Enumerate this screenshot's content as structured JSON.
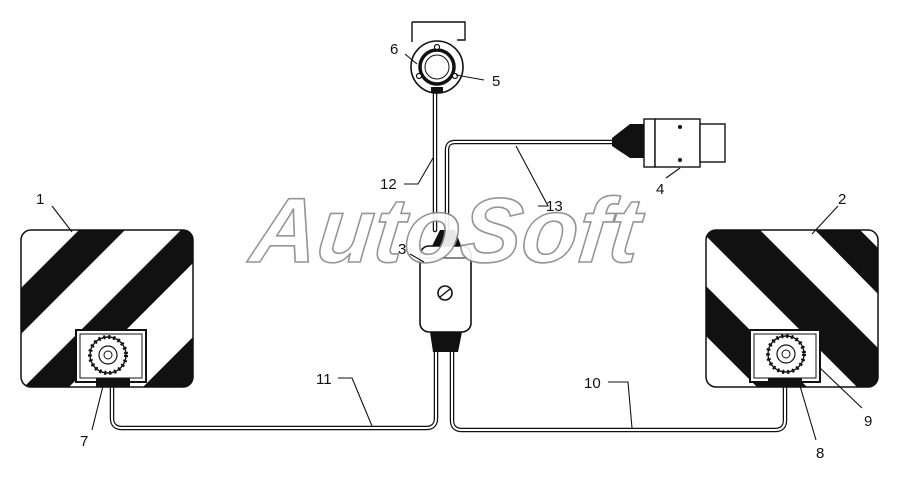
{
  "watermark": "AutoSoft",
  "labels": {
    "l1": "1",
    "l2": "2",
    "l3": "3",
    "l4": "4",
    "l5": "5",
    "l6": "6",
    "l7": "7",
    "l8": "8",
    "l9": "9",
    "l10": "10",
    "l11": "11",
    "l12": "12",
    "l13": "13"
  },
  "colors": {
    "ink": "#111111",
    "paper": "#ffffff",
    "watermark_outline": "#8a8a8a"
  }
}
